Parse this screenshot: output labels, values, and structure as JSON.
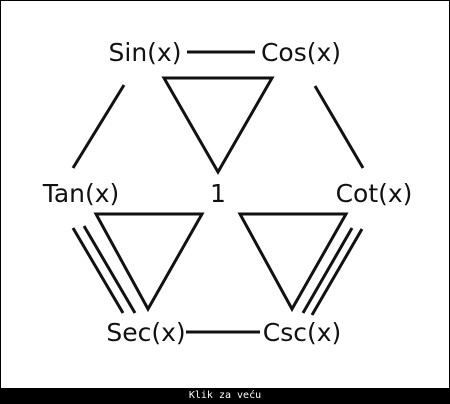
{
  "diagram": {
    "nodes": {
      "sin": "Sin(x)",
      "cos": "Cos(x)",
      "tan": "Tan(x)",
      "center": "1",
      "cot": "Cot(x)",
      "sec": "Sec(x)",
      "csc": "Csc(x)"
    }
  },
  "footer": {
    "link_label": "Klik za veću"
  }
}
